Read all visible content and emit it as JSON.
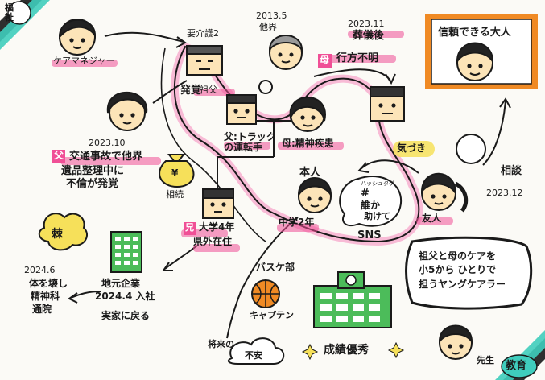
{
  "corner_badges": {
    "top_left": "福\n祉",
    "bottom_right": "教育"
  },
  "care_manager": "ケアマネジャー",
  "grandmother_note": {
    "date": "2013.5",
    "event": "他界"
  },
  "grandfather": {
    "care_level": "要介護2",
    "label": "祖父"
  },
  "discovered": "発覚",
  "mother_event": {
    "date": "2023.11",
    "event": "葬儀後",
    "tag": "母",
    "status": "行方不明"
  },
  "trusted_adult": "信頼できる大人",
  "father_label": "父:トラックの運転手",
  "mother_label": "母:精神疾患",
  "accident_note": {
    "date": "2023.10",
    "tag": "父",
    "line1": "交通事故で他界",
    "line2": "遺品整理中に",
    "line3": "不倫が発覚"
  },
  "inheritance": {
    "bag": "¥",
    "label": "相続"
  },
  "brother": {
    "tag": "兄",
    "line1": "大学4年",
    "line2": "県外在住"
  },
  "self_label": "本人",
  "self_grade": "中学2年",
  "sns": {
    "header": "ハッシュタグ",
    "hash": "#",
    "line1": "誰か",
    "line2": "助けて",
    "label": "SNS"
  },
  "noticed": "気づき",
  "friend_label": "友人",
  "consultation": {
    "label": "相談",
    "date": "2023.12"
  },
  "situation_note": "祖父と母のケアを\n小5から ひとりで\n担うヤングケアラー",
  "illness": {
    "badge": "棘",
    "date": "2024.6",
    "line1": "体を壊し",
    "line2": "精神科",
    "line3": "通院"
  },
  "company": {
    "line1": "地元企業",
    "line2": "2024.4 入社",
    "line3": "実家に戻る"
  },
  "basketball": {
    "line1": "バスケ部",
    "line2": "キャプテン"
  },
  "future": {
    "line1": "将来の",
    "line2": "不安"
  },
  "grades": "成績優秀",
  "teacher_label": "先生",
  "colors": {
    "pink": "#f04f96",
    "teal": "#3fcdbd",
    "orange": "#f08a24",
    "green": "#4cbc5a",
    "yellow": "#f6e05a"
  }
}
